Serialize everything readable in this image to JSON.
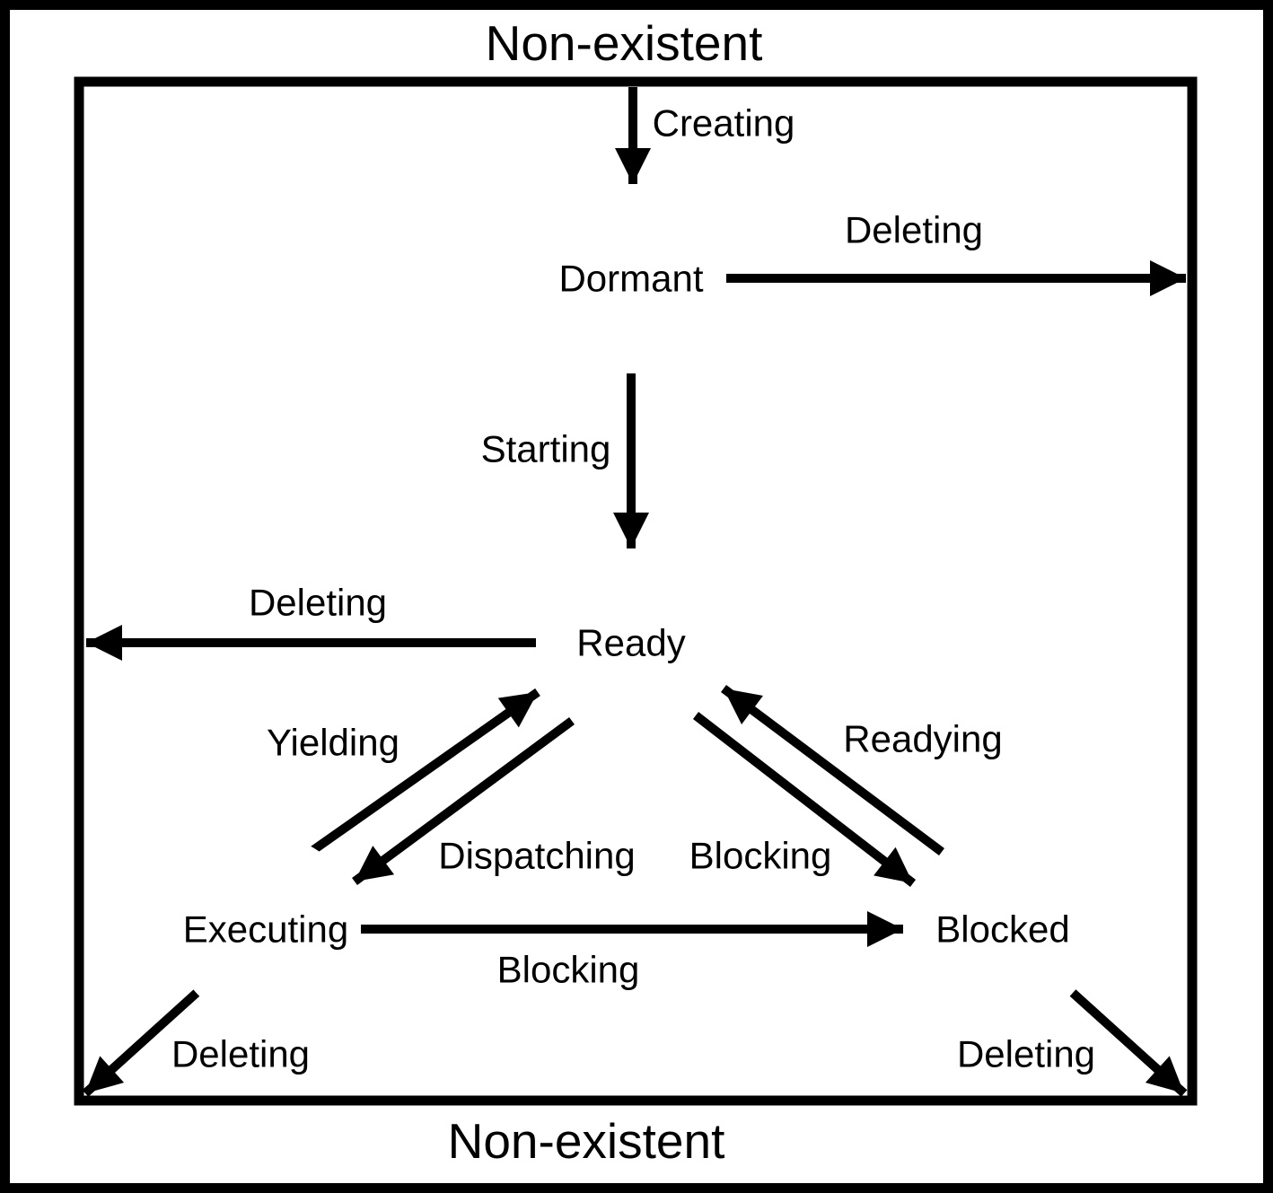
{
  "colors": {
    "ink": "#000000",
    "background": "#ffffff"
  },
  "outer": {
    "top_label": "Non-existent",
    "bottom_label": "Non-existent"
  },
  "states": {
    "dormant": {
      "label": "Dormant"
    },
    "ready": {
      "label": "Ready"
    },
    "executing": {
      "label": "Executing"
    },
    "blocked": {
      "label": "Blocked"
    }
  },
  "transitions": {
    "creating": {
      "label": "Creating",
      "from": "non-existent",
      "to": "dormant"
    },
    "deleting_dormant": {
      "label": "Deleting",
      "from": "dormant",
      "to": "non-existent"
    },
    "starting": {
      "label": "Starting",
      "from": "dormant",
      "to": "ready"
    },
    "deleting_ready": {
      "label": "Deleting",
      "from": "ready",
      "to": "non-existent"
    },
    "yielding": {
      "label": "Yielding",
      "from": "executing",
      "to": "ready"
    },
    "dispatching": {
      "label": "Dispatching",
      "from": "ready",
      "to": "executing"
    },
    "readying": {
      "label": "Readying",
      "from": "blocked",
      "to": "ready"
    },
    "blocking_ready": {
      "label": "Blocking",
      "from": "ready",
      "to": "blocked"
    },
    "blocking_executing": {
      "label": "Blocking",
      "from": "executing",
      "to": "blocked"
    },
    "deleting_executing": {
      "label": "Deleting",
      "from": "executing",
      "to": "non-existent"
    },
    "deleting_blocked": {
      "label": "Deleting",
      "from": "blocked",
      "to": "non-existent"
    }
  }
}
